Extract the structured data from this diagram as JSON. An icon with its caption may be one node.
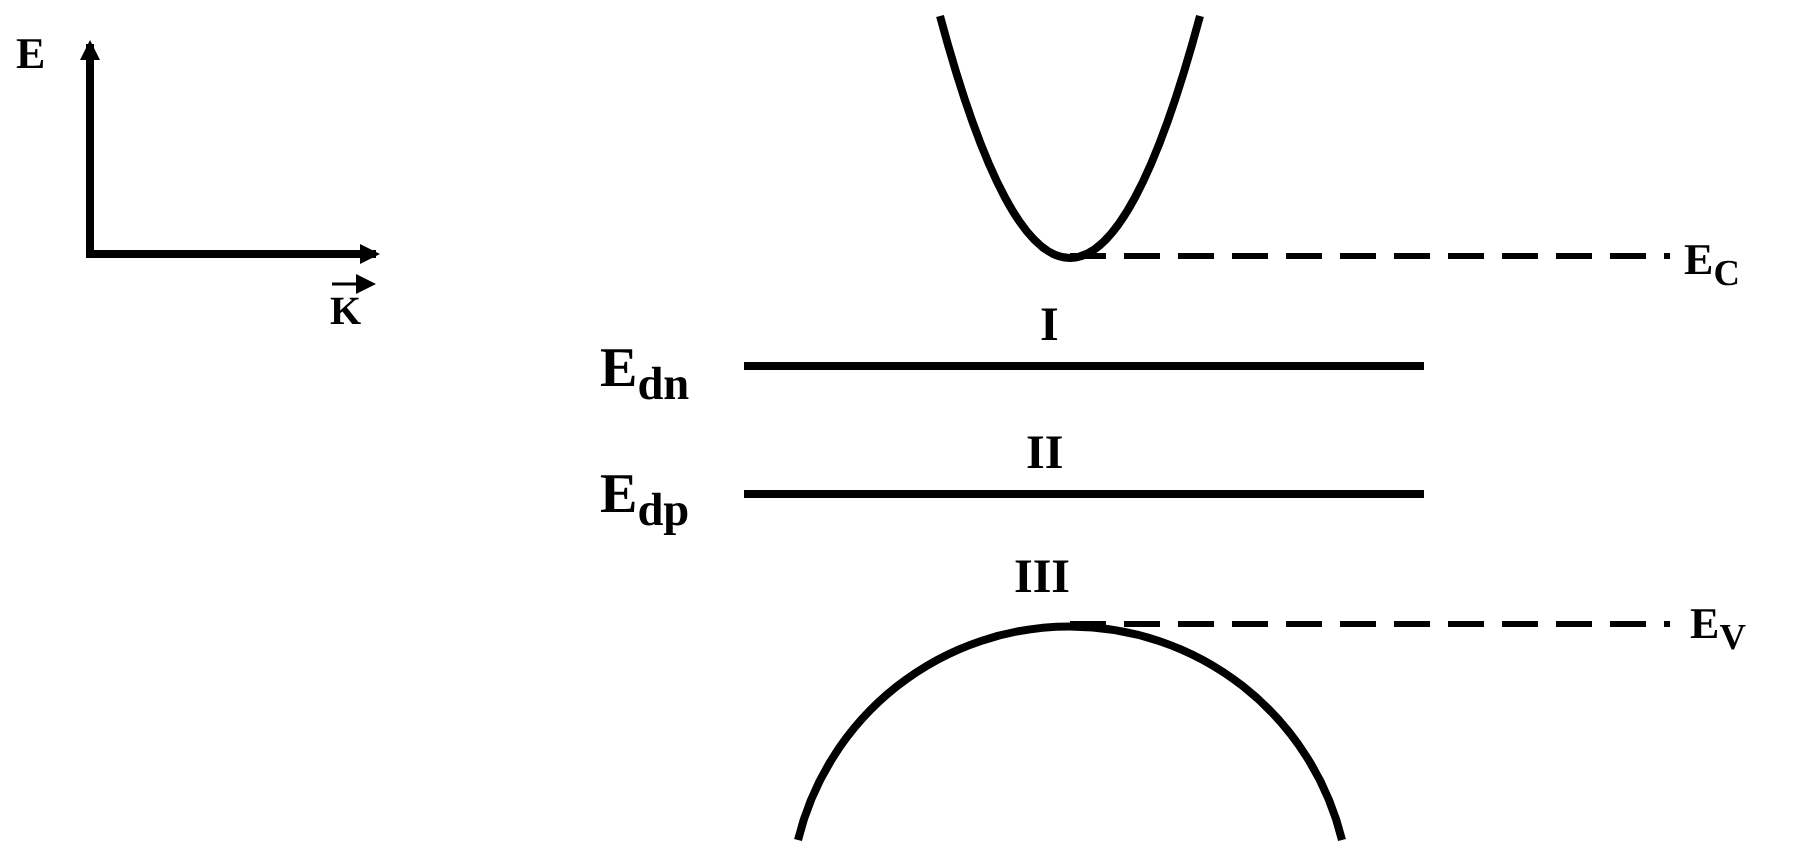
{
  "diagram": {
    "labels": [
      "E",
      "K",
      "E$_{C}$",
      "E$_{dn}$",
      "I",
      "E$_{dp}$",
      "II",
      "III",
      "E$_{V}$"
    ]
  }
}
